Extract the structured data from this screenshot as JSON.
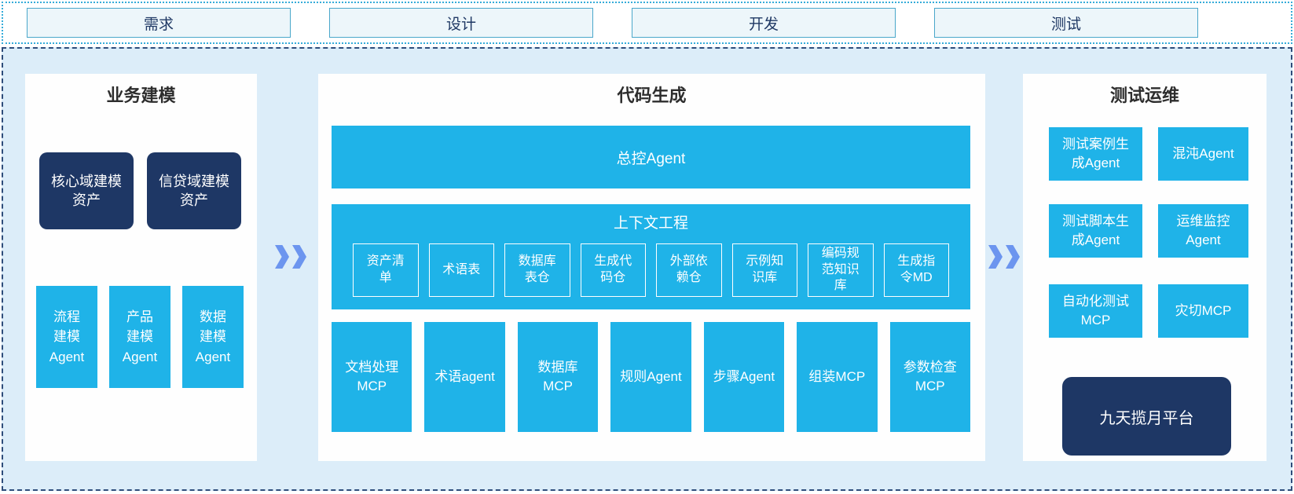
{
  "stage_bar": {
    "items": [
      "需求",
      "设计",
      "开发",
      "测试"
    ]
  },
  "icons": {
    "flow_arrow": "double-chevron"
  },
  "business": {
    "title": "业务建模",
    "assets": [
      "核心域建模资产",
      "信贷域建模资产"
    ],
    "agents": [
      "流程建模Agent",
      "产品建模Agent",
      "数据建模Agent"
    ]
  },
  "codegen": {
    "title": "代码生成",
    "master_agent": "总控Agent",
    "context": {
      "title": "上下文工程",
      "items": [
        "资产清单",
        "术语表",
        "数据库表仓",
        "生成代码仓",
        "外部依赖仓",
        "示例知识库",
        "编码规范知识库",
        "生成指令MD"
      ]
    },
    "workers": [
      "文档处理MCP",
      "术语agent",
      "数据库MCP",
      "规则Agent",
      "步骤Agent",
      "组装MCP",
      "参数检查MCP"
    ]
  },
  "testops": {
    "title": "测试运维",
    "boxes": [
      "测试案例生成Agent",
      "混沌Agent",
      "测试脚本生成Agent",
      "运维监控Agent",
      "自动化测试MCP",
      "灾切MCP"
    ],
    "platform": "九天揽月平台"
  },
  "colors": {
    "cyan": "#1fb3e8",
    "navy": "#1e3765",
    "arrow": "#6c95ef",
    "container_bg": "#dcedf9",
    "stage_border": "#4aa7ca"
  }
}
